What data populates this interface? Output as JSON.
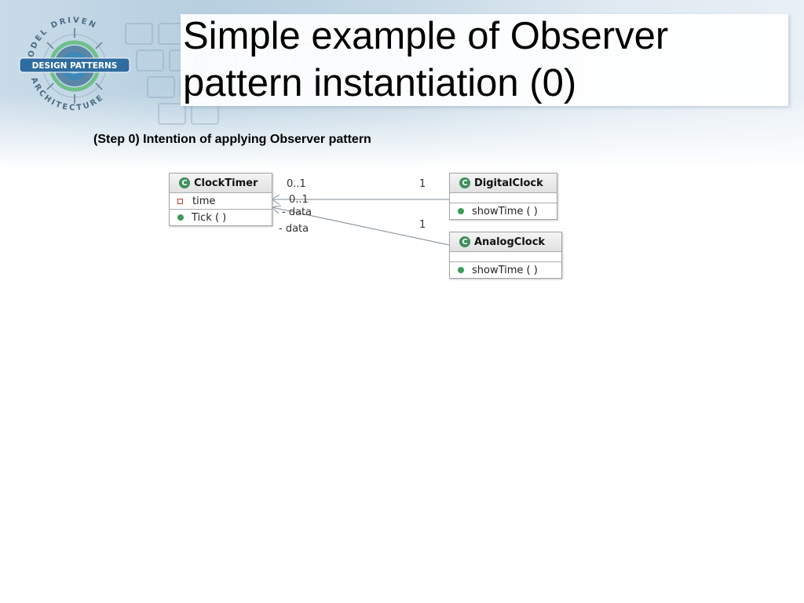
{
  "logo": {
    "ring_top": "MODEL DRIVEN",
    "band": "DESIGN PATTERNS",
    "ring_bottom": "ARCHITECTURE"
  },
  "title": "Simple example of Observer pattern instantiation (0)",
  "step_caption": "(Step 0) Intention of applying Observer pattern",
  "diagram": {
    "clock_timer": {
      "name": "ClockTimer",
      "attributes": [
        "time"
      ],
      "operations": [
        "Tick ( )"
      ]
    },
    "digital_clock": {
      "name": "DigitalClock",
      "operations": [
        "showTime ( )"
      ]
    },
    "analog_clock": {
      "name": "AnalogClock",
      "operations": [
        "showTime ( )"
      ]
    },
    "associations": {
      "digital": {
        "source_mult": "0..1",
        "target_mult": "1",
        "role": "- data"
      },
      "analog": {
        "source_mult": "0..1",
        "target_mult": "1",
        "role": "- data"
      }
    },
    "class_icon_glyph": "C",
    "colors": {
      "class_icon": "#3f8f5a",
      "operation_icon": "#3d9a5a",
      "attribute_icon": "#c0392b"
    }
  }
}
